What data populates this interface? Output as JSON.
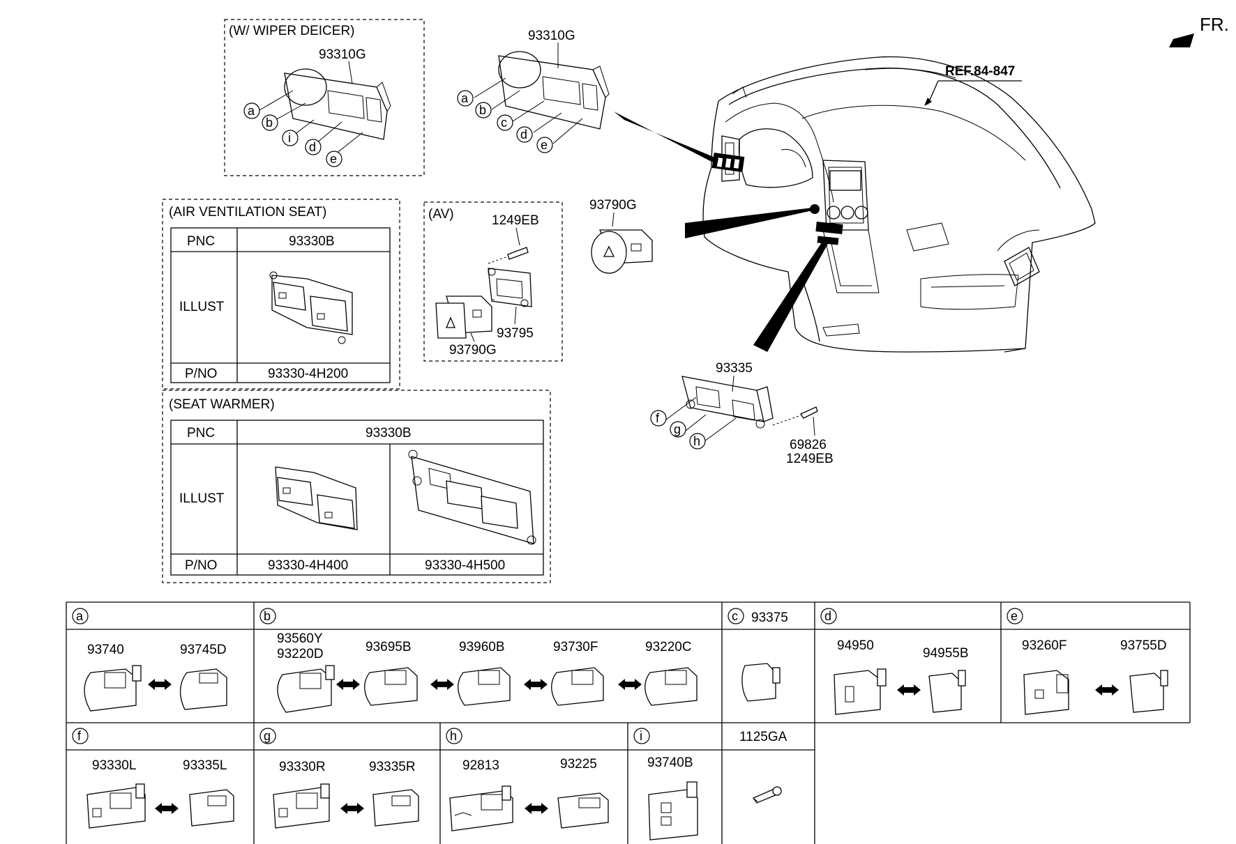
{
  "fr": "FR.",
  "ref": "REF.84-847",
  "wiper_box": {
    "title": "(W/ WIPER DEICER)",
    "part": "93310G",
    "circles": [
      "a",
      "b",
      "i",
      "d",
      "e"
    ]
  },
  "main_bezel": {
    "part": "93310G",
    "circles": [
      "a",
      "b",
      "c",
      "d",
      "e"
    ]
  },
  "hazard": {
    "part": "93790G"
  },
  "av_box": {
    "title": "(AV)",
    "screw": "1249EB",
    "bracket": "93795",
    "switch": "93790G"
  },
  "lower_bezel": {
    "part": "93335",
    "screw_a": "69826",
    "screw_b": "1249EB",
    "circles": [
      "f",
      "g",
      "h"
    ]
  },
  "vent_table": {
    "title": "(AIR VENTILATION SEAT)",
    "row_pnc": "PNC",
    "row_illust": "ILLUST",
    "row_pno": "P/NO",
    "pnc": "93330B",
    "pno": "93330-4H200"
  },
  "warmer_table": {
    "title": "(SEAT WARMER)",
    "row_pnc": "PNC",
    "row_illust": "ILLUST",
    "row_pno": "P/NO",
    "pnc": "93330B",
    "pno_a": "93330-4H400",
    "pno_b": "93330-4H500"
  },
  "grid": {
    "a": {
      "key": "a",
      "parts": [
        "93740",
        "93745D"
      ]
    },
    "b": {
      "key": "b",
      "parts": [
        "93560Y",
        "93220D",
        "93695B",
        "93960B",
        "93730F",
        "93220C"
      ]
    },
    "c": {
      "key": "c",
      "title": "93375"
    },
    "d": {
      "key": "d",
      "parts": [
        "94950",
        "94955B"
      ]
    },
    "e": {
      "key": "e",
      "parts": [
        "93260F",
        "93755D"
      ]
    },
    "f": {
      "key": "f",
      "parts": [
        "93330L",
        "93335L"
      ]
    },
    "g": {
      "key": "g",
      "parts": [
        "93330R",
        "93335R"
      ]
    },
    "h": {
      "key": "h",
      "parts": [
        "92813",
        "93225"
      ]
    },
    "i": {
      "key": "i",
      "parts": [
        "93740B"
      ]
    },
    "screw": {
      "title": "1125GA"
    }
  }
}
